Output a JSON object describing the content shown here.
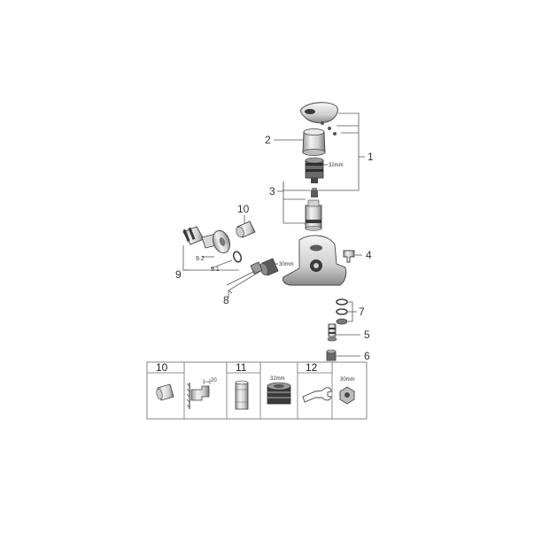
{
  "callouts": {
    "c1": "1",
    "c2": "2",
    "c3": "3",
    "c4": "4",
    "c5": "5",
    "c6": "6",
    "c7": "7",
    "c8": "8",
    "c9": "9",
    "c10": "10",
    "c9_1": "9.1",
    "c9_2": "9.2"
  },
  "dimensions": {
    "cartridge_32mm": "32mm",
    "nut_30mm": "30mm"
  },
  "accessories": {
    "box10_num": "10",
    "box11_num": "11",
    "box12_num": "12",
    "offset_20": "20",
    "size_32mm": "32mm",
    "size_30mm": "30mm"
  },
  "colors": {
    "line": "#555555",
    "metal_light": "#e6e6e6",
    "metal_mid": "#bdbdbd",
    "metal_dark": "#4a4a4a"
  }
}
